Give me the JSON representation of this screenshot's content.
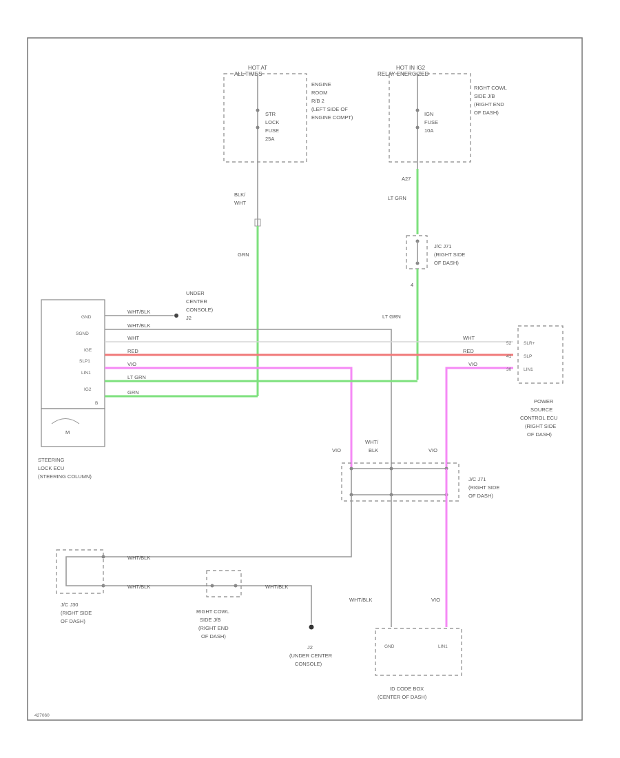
{
  "fuse_left": {
    "hot": "HOT AT",
    "hot_sub": "ALL TIMES",
    "loc": [
      "ENGINE",
      "ROOM",
      "R/B 2",
      "(LEFT SIDE OF",
      "ENGINE COMPT)"
    ],
    "fuse": [
      "STR",
      "LOCK",
      "FUSE",
      "25A"
    ]
  },
  "fuse_right": {
    "hot": "HOT IN IG2",
    "hot_sub": "RELAY ENERGIZED",
    "loc": [
      "RIGHT COWL",
      "SIDE J/B",
      "(RIGHT END",
      "OF DASH)"
    ],
    "fuse": [
      "IGN",
      "FUSE",
      "10A"
    ]
  },
  "wire_labels": {
    "blk_wht": [
      "BLK/",
      "WHT"
    ],
    "grn": "GRN",
    "lt_grn": "LT GRN",
    "pin_a27": "A27",
    "pin_4": "4",
    "wht_blk": "WHT/BLK",
    "wht": "WHT",
    "red": "RED",
    "vio": "VIO",
    "wht_blk_split": [
      "WHT/",
      "BLK"
    ]
  },
  "jc_j71_top": [
    "J/C J71",
    "(RIGHT SIDE",
    "OF DASH)"
  ],
  "under_console_top": [
    "UNDER",
    "CENTER",
    "CONSOLE)",
    "J2"
  ],
  "steering_ecu": {
    "pins": [
      "GND",
      "SGND",
      "IGE",
      "SLP1",
      "LIN1",
      "IG2",
      "B"
    ],
    "title": [
      "STEERING",
      "LOCK ECU",
      "(STEERING COLUMN)"
    ],
    "motor": "M"
  },
  "power_ecu": {
    "pins": [
      "SLR+",
      "SLP",
      "LIN1"
    ],
    "pin_nums": [
      "52",
      "41",
      "30"
    ],
    "title": [
      "POWER",
      "SOURCE",
      "CONTROL ECU",
      "(RIGHT SIDE",
      "OF DASH)"
    ]
  },
  "jc_j71_bottom": [
    "J/C J71",
    "(RIGHT SIDE",
    "OF DASH)"
  ],
  "jc_j30": [
    "J/C J30",
    "(RIGHT SIDE",
    "OF DASH)"
  ],
  "cowl_jb": [
    "RIGHT COWL",
    "SIDE J/B",
    "(RIGHT END",
    "OF DASH)"
  ],
  "ground_j2": [
    "J2",
    "(UNDER CENTER",
    "CONSOLE)"
  ],
  "id_code_box": {
    "pins": [
      "GND",
      "LIN1"
    ],
    "title": [
      "ID CODE BOX",
      "(CENTER OF DASH)"
    ]
  },
  "footer_code": "427060"
}
